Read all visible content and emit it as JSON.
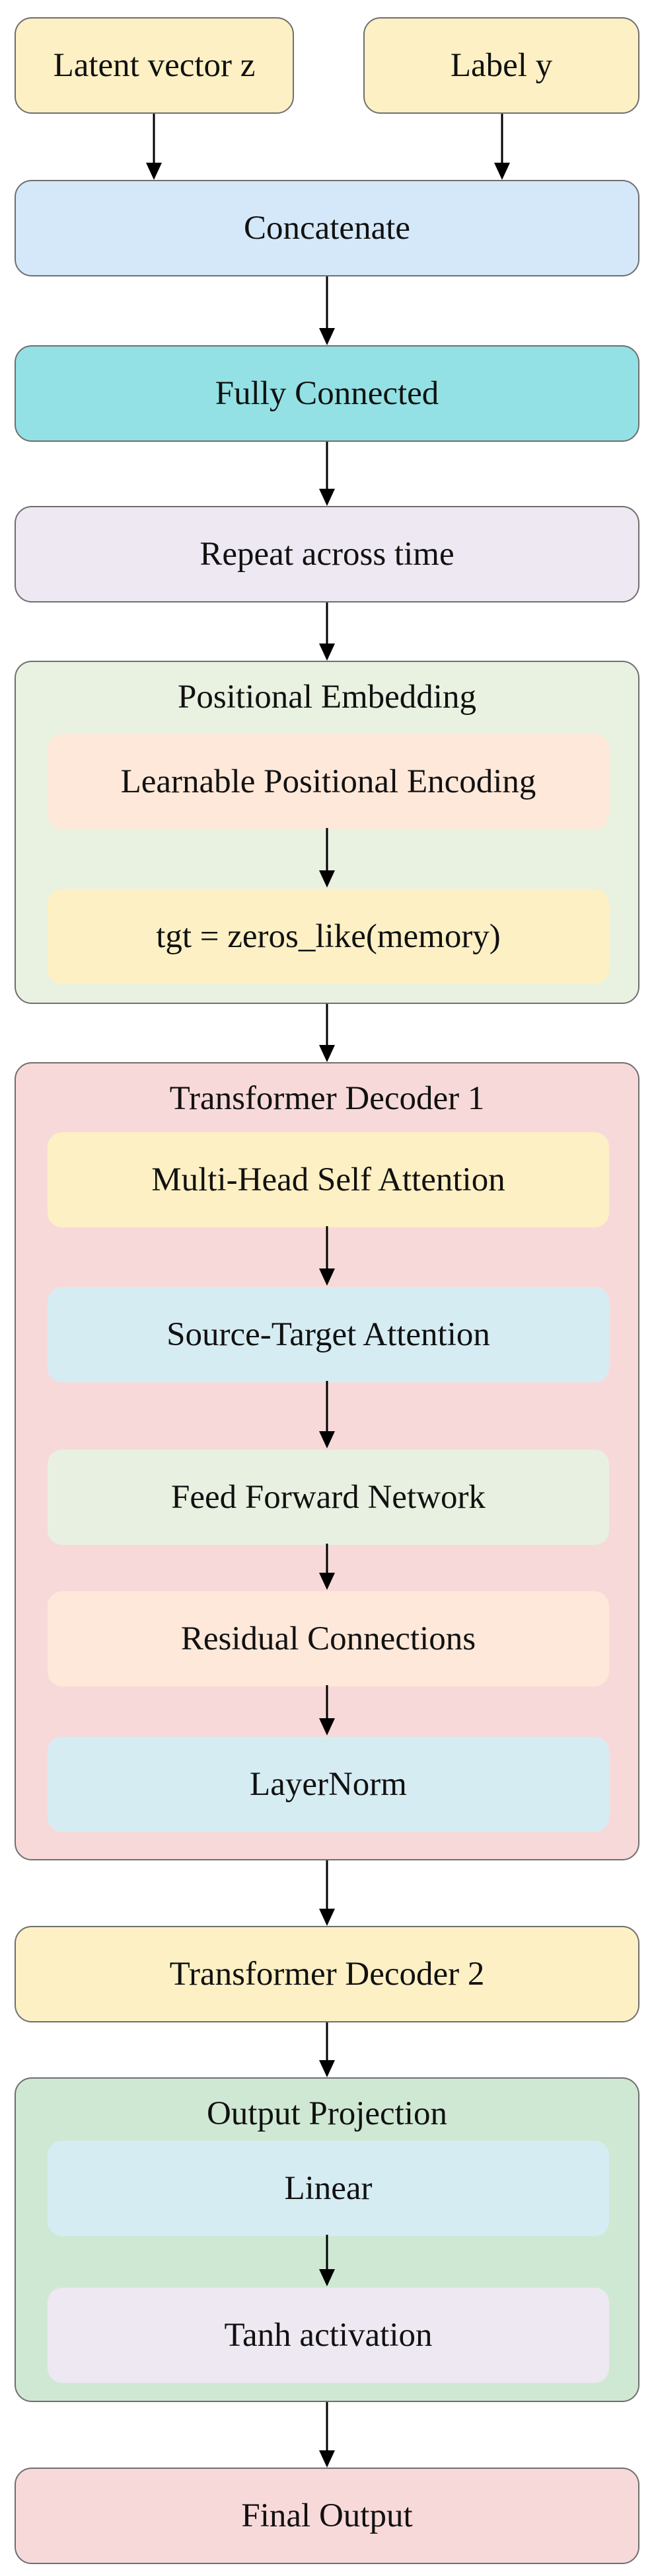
{
  "colors": {
    "input_fill": "#fdf0c4",
    "concat_fill": "#d4e8f9",
    "fc_fill": "#93e1e4",
    "repeat_fill": "#ede8f1",
    "posemb_group_fill": "#e9f1e0",
    "posemb_item1_fill": "#fde8d9",
    "posemb_item2_fill": "#fdf0c4",
    "dec1_group_fill": "#f8d9d9",
    "dec1_item1_fill": "#fdf0c4",
    "dec1_item2_fill": "#d6ecf3",
    "dec1_item3_fill": "#e8f1e1",
    "dec1_item4_fill": "#fde8d9",
    "dec1_item5_fill": "#d6ecf3",
    "dec2_fill": "#fdf0c4",
    "outproj_group_fill": "#cfe8d3",
    "outproj_item1_fill": "#d6ecf3",
    "outproj_item2_fill": "#ede8f1",
    "final_fill": "#f8d9d9",
    "border": "#6f6f6f",
    "arrow": "#000000"
  },
  "inputs": {
    "latent": "Latent vector z",
    "label": "Label y"
  },
  "steps": {
    "concatenate": "Concatenate",
    "fully_connected": "Fully Connected",
    "repeat": "Repeat across time"
  },
  "positional_embedding": {
    "title": "Positional Embedding",
    "items": [
      "Learnable Positional Encoding",
      "tgt = zeros_like(memory)"
    ]
  },
  "transformer_decoder_1": {
    "title": "Transformer Decoder 1",
    "items": [
      "Multi-Head Self Attention",
      "Source-Target Attention",
      "Feed Forward Network",
      "Residual Connections",
      "LayerNorm"
    ]
  },
  "transformer_decoder_2": "Transformer Decoder 2",
  "output_projection": {
    "title": "Output Projection",
    "items": [
      "Linear",
      "Tanh activation"
    ]
  },
  "final_output": "Final Output"
}
